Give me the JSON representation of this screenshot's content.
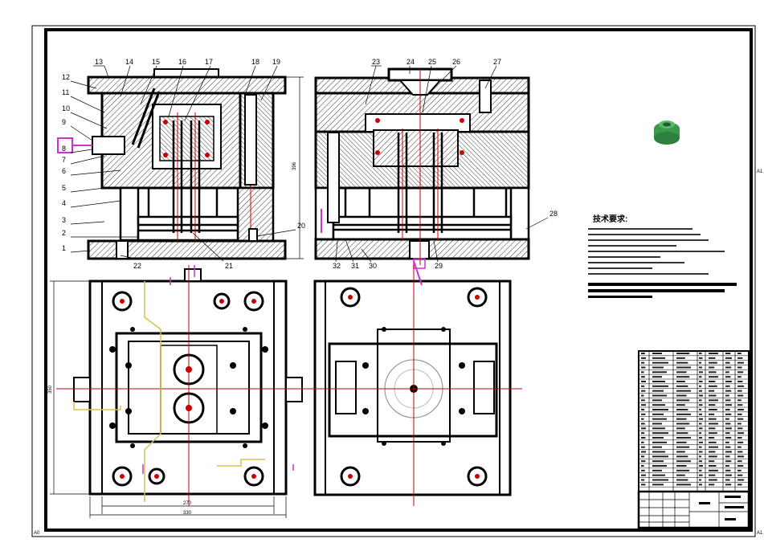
{
  "drawing": {
    "corner_marks": [
      "A1",
      "A1",
      "A0"
    ],
    "part_numbers_left": [
      "13",
      "14",
      "15",
      "16",
      "17",
      "18",
      "19",
      "12",
      "11",
      "10",
      "9",
      "8",
      "7",
      "6",
      "5",
      "4",
      "3",
      "2",
      "1",
      "22",
      "21",
      "20"
    ],
    "part_numbers_right": [
      "23",
      "24",
      "25",
      "26",
      "27",
      "28",
      "32",
      "31",
      "30",
      "29"
    ],
    "dimensions": {
      "height_right": "396",
      "width_inner": "270",
      "width_outer": "330",
      "plan_height": "350"
    },
    "tech_title": "技术要求:"
  },
  "colors": {
    "line": "#000000",
    "section_hatch": "#555555",
    "pink_mark": "#cc33cc",
    "red_line": "#cc0000",
    "yellow_line": "#d9c24a",
    "part_green": "#3a9a4a"
  }
}
